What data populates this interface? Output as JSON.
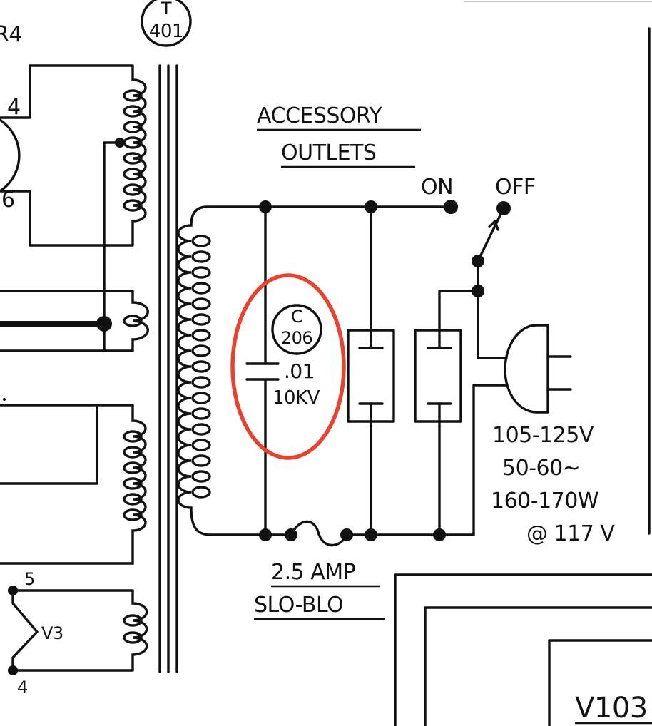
{
  "labels": {
    "r4": "R4",
    "t401_letter": "T",
    "t401_num": "401",
    "pin4_top": "4",
    "pin6": "6",
    "accessory_line1": "ACCESSORY",
    "accessory_line2": "OUTLETS",
    "switch_on": "ON",
    "switch_off": "OFF",
    "c206_letter": "C",
    "c206_num": "206",
    "cap_value": ".01",
    "cap_voltage": "10KV",
    "spec_voltage": "105-125V",
    "spec_freq": "50-60~",
    "spec_watts": "160-170W",
    "spec_at": "@ 117 V",
    "fuse_rating": "2.5 AMP",
    "fuse_type": "SLO-BLO",
    "pin5": "5",
    "v3": "V3",
    "pin4_bottom": "4",
    "v103": "V103"
  },
  "colors": {
    "ink": "#111111",
    "highlight": "#e8432f",
    "paper": "#ffffff"
  }
}
